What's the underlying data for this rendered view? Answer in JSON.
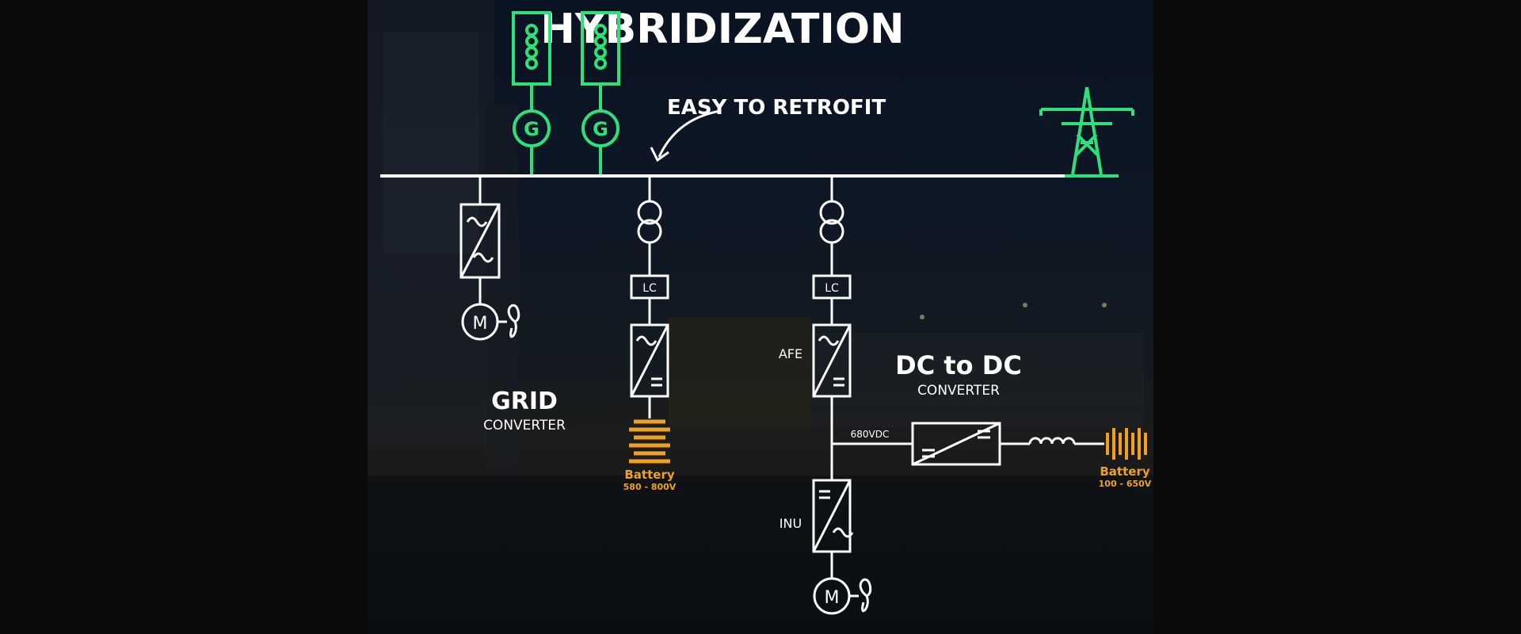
{
  "title": "HYBRIDIZATION",
  "annotation": "EASY TO RETROFIT",
  "grid_converter": {
    "title": "GRID",
    "subtitle": "CONVERTER"
  },
  "dc_converter": {
    "title": "DC to DC",
    "subtitle": "CONVERTER"
  },
  "lc_label": "LC",
  "afe_label": "AFE",
  "inu_label": "INU",
  "generator_label": "G",
  "motor_label": "M",
  "dc_voltage": "680VDC",
  "battery_grid": {
    "label": "Battery",
    "range": "580 - 800V"
  },
  "battery_dc": {
    "label": "Battery",
    "range": "100 - 650V"
  },
  "colors": {
    "green": "#2ee07a",
    "white": "#ffffff",
    "orange": "#f0a020"
  },
  "icons": [
    "generator-icon",
    "engine-icon",
    "pylon-icon",
    "transformer-icon",
    "converter-icon",
    "motor-icon",
    "propeller-icon",
    "battery-icon",
    "inductor-icon",
    "arrow-icon"
  ]
}
